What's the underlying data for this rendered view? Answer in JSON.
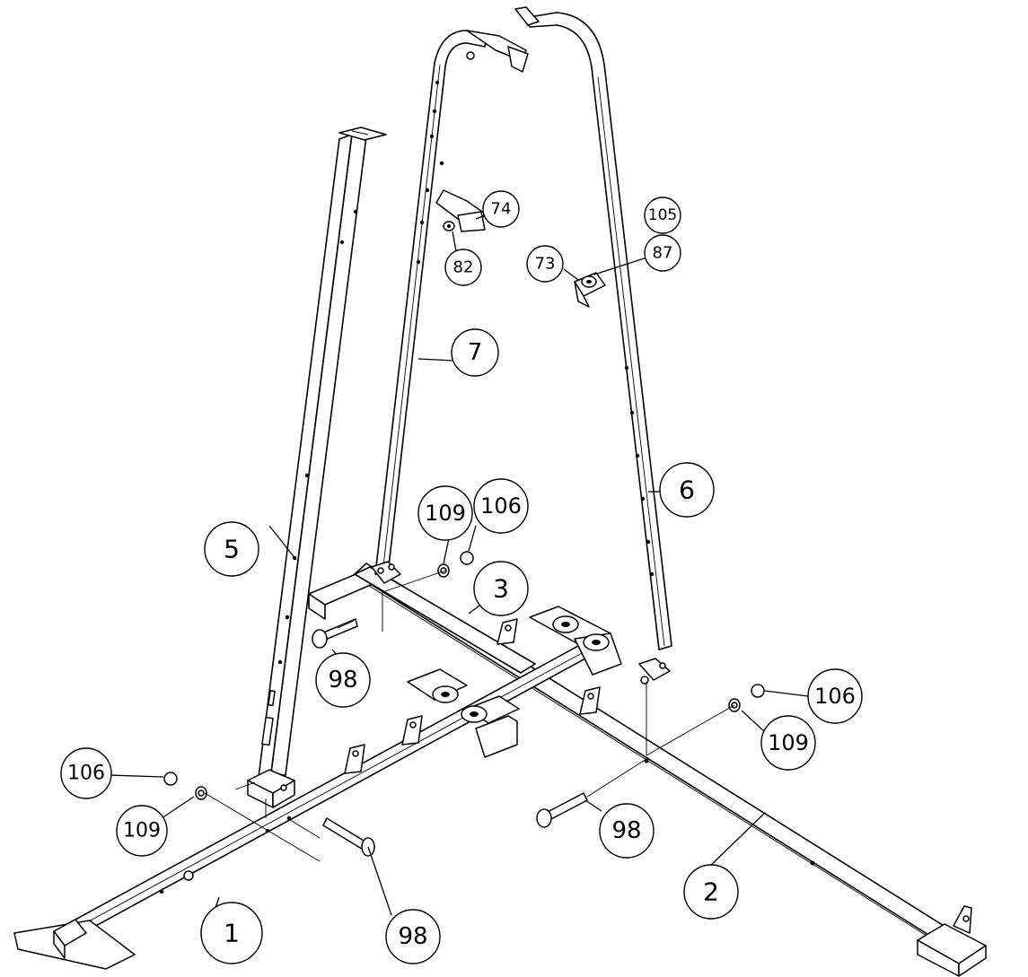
{
  "callouts": [
    {
      "id": "c1",
      "label": "1"
    },
    {
      "id": "c2",
      "label": "2"
    },
    {
      "id": "c3",
      "label": "3"
    },
    {
      "id": "c5",
      "label": "5"
    },
    {
      "id": "c6",
      "label": "6"
    },
    {
      "id": "c7",
      "label": "7"
    },
    {
      "id": "c73",
      "label": "73"
    },
    {
      "id": "c74",
      "label": "74"
    },
    {
      "id": "c82",
      "label": "82"
    },
    {
      "id": "c87",
      "label": "87"
    },
    {
      "id": "c105",
      "label": "105"
    },
    {
      "id": "c98a",
      "label": "98"
    },
    {
      "id": "c98b",
      "label": "98"
    },
    {
      "id": "c98c",
      "label": "98"
    },
    {
      "id": "c106a",
      "label": "106"
    },
    {
      "id": "c106b",
      "label": "106"
    },
    {
      "id": "c106c",
      "label": "106"
    },
    {
      "id": "c109a",
      "label": "109"
    },
    {
      "id": "c109b",
      "label": "109"
    },
    {
      "id": "c109c",
      "label": "109"
    }
  ]
}
